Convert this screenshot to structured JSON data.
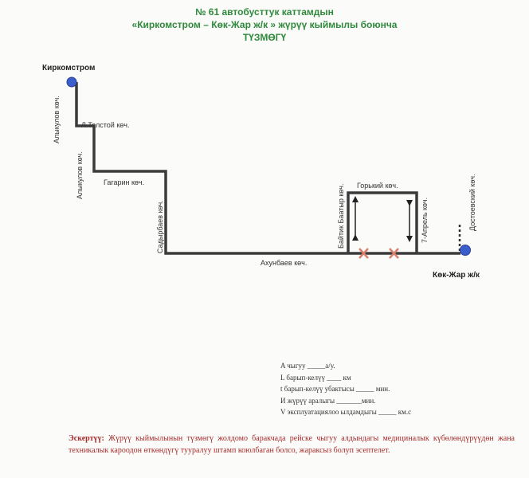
{
  "header": {
    "line1": "№ 61 автобусттук каттамдын",
    "line2": "«Киркомстром – Көк-Жар ж/к » жүрүү кыймылы боюнча",
    "line3": "ТҮЗМӨГҮ"
  },
  "map": {
    "stops": {
      "start": "Киркомстром",
      "end": "Көк-Жар ж/к"
    },
    "streets": {
      "alykulov_1": "Алыкулов көч.",
      "tolstoy": "Л.Толстой көч.",
      "alykulov_2": "Алыкулов көч.",
      "gagarin": "Гагарин көч.",
      "sadyrbaev": "Садырбаев көч.",
      "akhunbaev": "Ахунбаев көч.",
      "baitik": "Байтик Баатыр көч.",
      "gorky": "Горький көч.",
      "april7": "7-Апрель көч.",
      "dostoevsky": "Достоевский көч."
    },
    "colors": {
      "route": "#3b3b3b",
      "stop": "#3a5fcd",
      "closed": "#d9806a",
      "title": "#2f8a3c",
      "note": "#a62a2a"
    }
  },
  "stats": [
    "A чыгуу _____а/у.",
    "L барып-келүү ____ км",
    "t барып-келүү убактысы _____ мин.",
    "И жүрүү аралыгы _______мин.",
    "V эксплуатациялоо ылдамдыгы _____ км.с"
  ],
  "note": {
    "label": "Эскертүү:",
    "text": " Жүрүү кыймылынын түзмөгү жолдомо баракчада рейске чыгуу алдындагы медициналык күбөлөндүрүүдөн жана техникалык кароодон өткөндүгү тууралуу штамп коюлбаган болсо, жараксыз болуп эсептелет."
  }
}
